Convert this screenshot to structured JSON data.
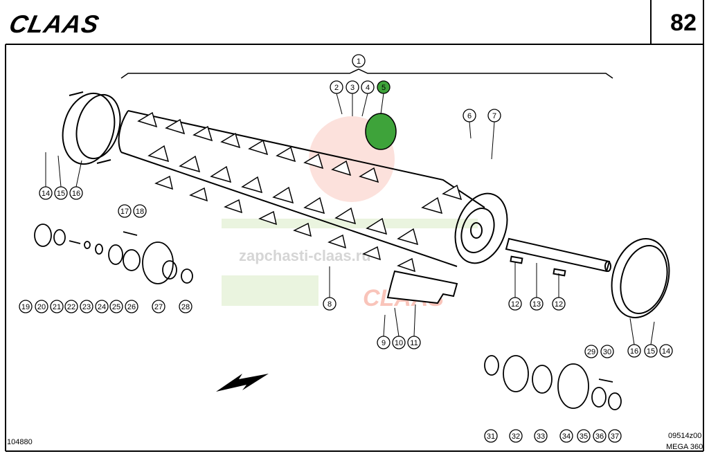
{
  "header": {
    "brand": "CLAAS",
    "page_number": "82"
  },
  "footer": {
    "left_code": "104880",
    "right_code": "09514z00",
    "model": "MEGA 360"
  },
  "watermark": {
    "site": "zapchasti-claas.ru"
  },
  "highlight_color": "#3ea33a",
  "callouts": [
    {
      "label": "1"
    },
    {
      "label": "2"
    },
    {
      "label": "3"
    },
    {
      "label": "4"
    },
    {
      "label": "5",
      "highlighted": true
    },
    {
      "label": "6"
    },
    {
      "label": "7"
    },
    {
      "label": "14"
    },
    {
      "label": "15"
    },
    {
      "label": "16"
    },
    {
      "label": "17"
    },
    {
      "label": "18"
    },
    {
      "label": "19"
    },
    {
      "label": "20"
    },
    {
      "label": "21"
    },
    {
      "label": "22"
    },
    {
      "label": "23"
    },
    {
      "label": "24"
    },
    {
      "label": "25"
    },
    {
      "label": "26"
    },
    {
      "label": "27"
    },
    {
      "label": "28"
    },
    {
      "label": "8"
    },
    {
      "label": "12"
    },
    {
      "label": "13"
    },
    {
      "label": "12"
    },
    {
      "label": "9"
    },
    {
      "label": "10"
    },
    {
      "label": "11"
    },
    {
      "label": "16"
    },
    {
      "label": "15"
    },
    {
      "label": "14"
    },
    {
      "label": "29"
    },
    {
      "label": "30"
    },
    {
      "label": "31"
    },
    {
      "label": "32"
    },
    {
      "label": "33"
    },
    {
      "label": "34"
    },
    {
      "label": "35"
    },
    {
      "label": "36"
    },
    {
      "label": "37"
    }
  ]
}
